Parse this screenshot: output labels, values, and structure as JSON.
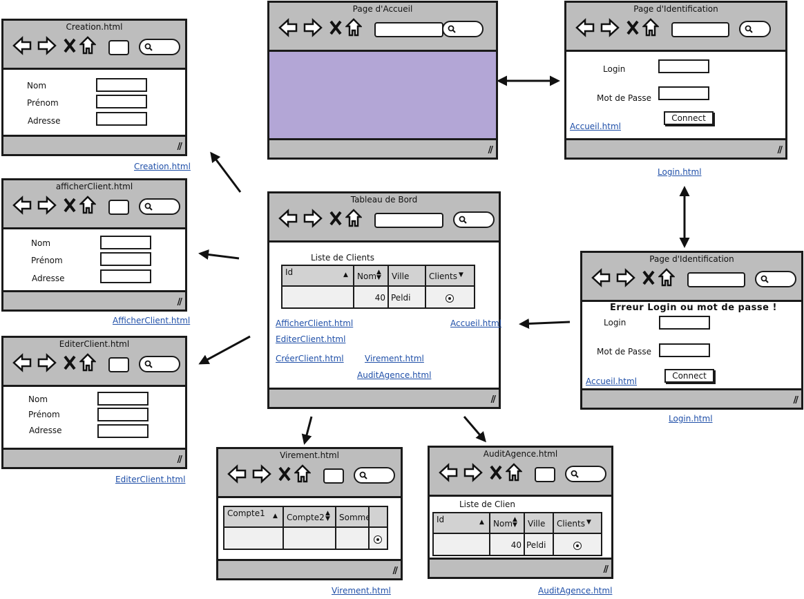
{
  "windows": {
    "accueil": {
      "title": "Page d'Accueil",
      "fill": "#b3a6d6"
    },
    "identification": {
      "title": "Page d'Identification",
      "login_label": "Login",
      "password_label": "Mot de Passe",
      "connect_label": "Connect",
      "link": "Accueil.html",
      "caption": "Login.html"
    },
    "identification_error": {
      "title": "Page d'Identification",
      "error": "Erreur Login ou mot de passe !",
      "login_label": "Login",
      "password_label": "Mot de Passe",
      "connect_label": "Connect",
      "link": "Accueil.html",
      "caption": "Login.html"
    },
    "creation": {
      "title": "Creation.html",
      "fields": [
        "Nom",
        "Prénom",
        "Adresse"
      ],
      "caption": "Creation.html"
    },
    "afficher": {
      "title": "afficherClient.html",
      "fields": [
        "Nom",
        "Prénom",
        "Adresse"
      ],
      "caption": "AfficherClient.html"
    },
    "editer": {
      "title": "EditerClient.html",
      "fields": [
        "Nom",
        "Prénom",
        "Adresse"
      ],
      "caption": "EditerClient.html"
    },
    "tableau": {
      "title": "Tableau de Bord",
      "list_title": "Liste de Clients",
      "columns": [
        "Id",
        "Nom",
        "Ville",
        "Clients"
      ],
      "row": [
        "",
        "40",
        "Peldi",
        ""
      ],
      "links": [
        "AfficherClient.html",
        "Accueil.html",
        "EditerClient.html",
        "CréerClient.html",
        "Virement.html",
        "AuditAgence.html"
      ]
    },
    "virement": {
      "title": "Virement.html",
      "columns": [
        "Compte1",
        "Compte2",
        "Somme"
      ],
      "caption": "Virement.html"
    },
    "audit": {
      "title": "AuditAgence.html",
      "list_title": "Liste de Clien",
      "columns": [
        "Id",
        "Nom",
        "Ville",
        "Clients"
      ],
      "row": [
        "",
        "40",
        "Peldi",
        ""
      ],
      "caption": "AuditAgence.html"
    }
  }
}
